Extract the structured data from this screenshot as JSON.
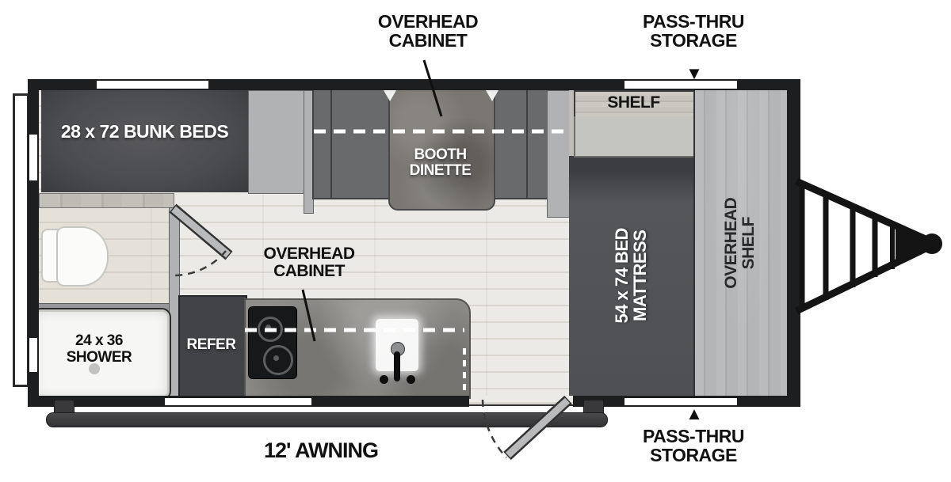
{
  "diagram_title": "travel trailer floor plan",
  "rooms": {
    "bunk_beds": "28 x 72 BUNK BEDS",
    "booth_dinette": "BOOTH DINETTE",
    "shelf": "SHELF",
    "bed_mattress": "54 x 74 BED MATTRESS",
    "overhead_shelf": "OVERHEAD SHELF",
    "shower": "24 x 36 SHOWER",
    "refer": "REFER"
  },
  "callouts": {
    "overhead_cabinet_top": "OVERHEAD CABINET",
    "overhead_cabinet_kitchen": "OVERHEAD CABINET",
    "pass_thru_top": "PASS-THRU STORAGE",
    "pass_thru_bottom": "PASS-THRU STORAGE",
    "awning": "12' AWNING"
  },
  "icons": {
    "pass_thru_arrow_down": "▼",
    "pass_thru_arrow_up": "▲"
  },
  "fixtures": [
    "toilet",
    "shower-drain",
    "two-burner-cooktop",
    "sink-with-faucet",
    "entry-door",
    "bath-door",
    "tongue-hitch",
    "awning-rail",
    "rear-bumper"
  ],
  "colors": {
    "wall": "#1d1e20",
    "floor": "#e8e6e1",
    "dark_furniture": "#4a4b4e",
    "bench": "#696a6c",
    "cabinet_light": "#b1b2b4",
    "wood_panel": "#b4b5b6",
    "counter": "#8f8d89",
    "label_text": "#111111",
    "white": "#ffffff"
  }
}
